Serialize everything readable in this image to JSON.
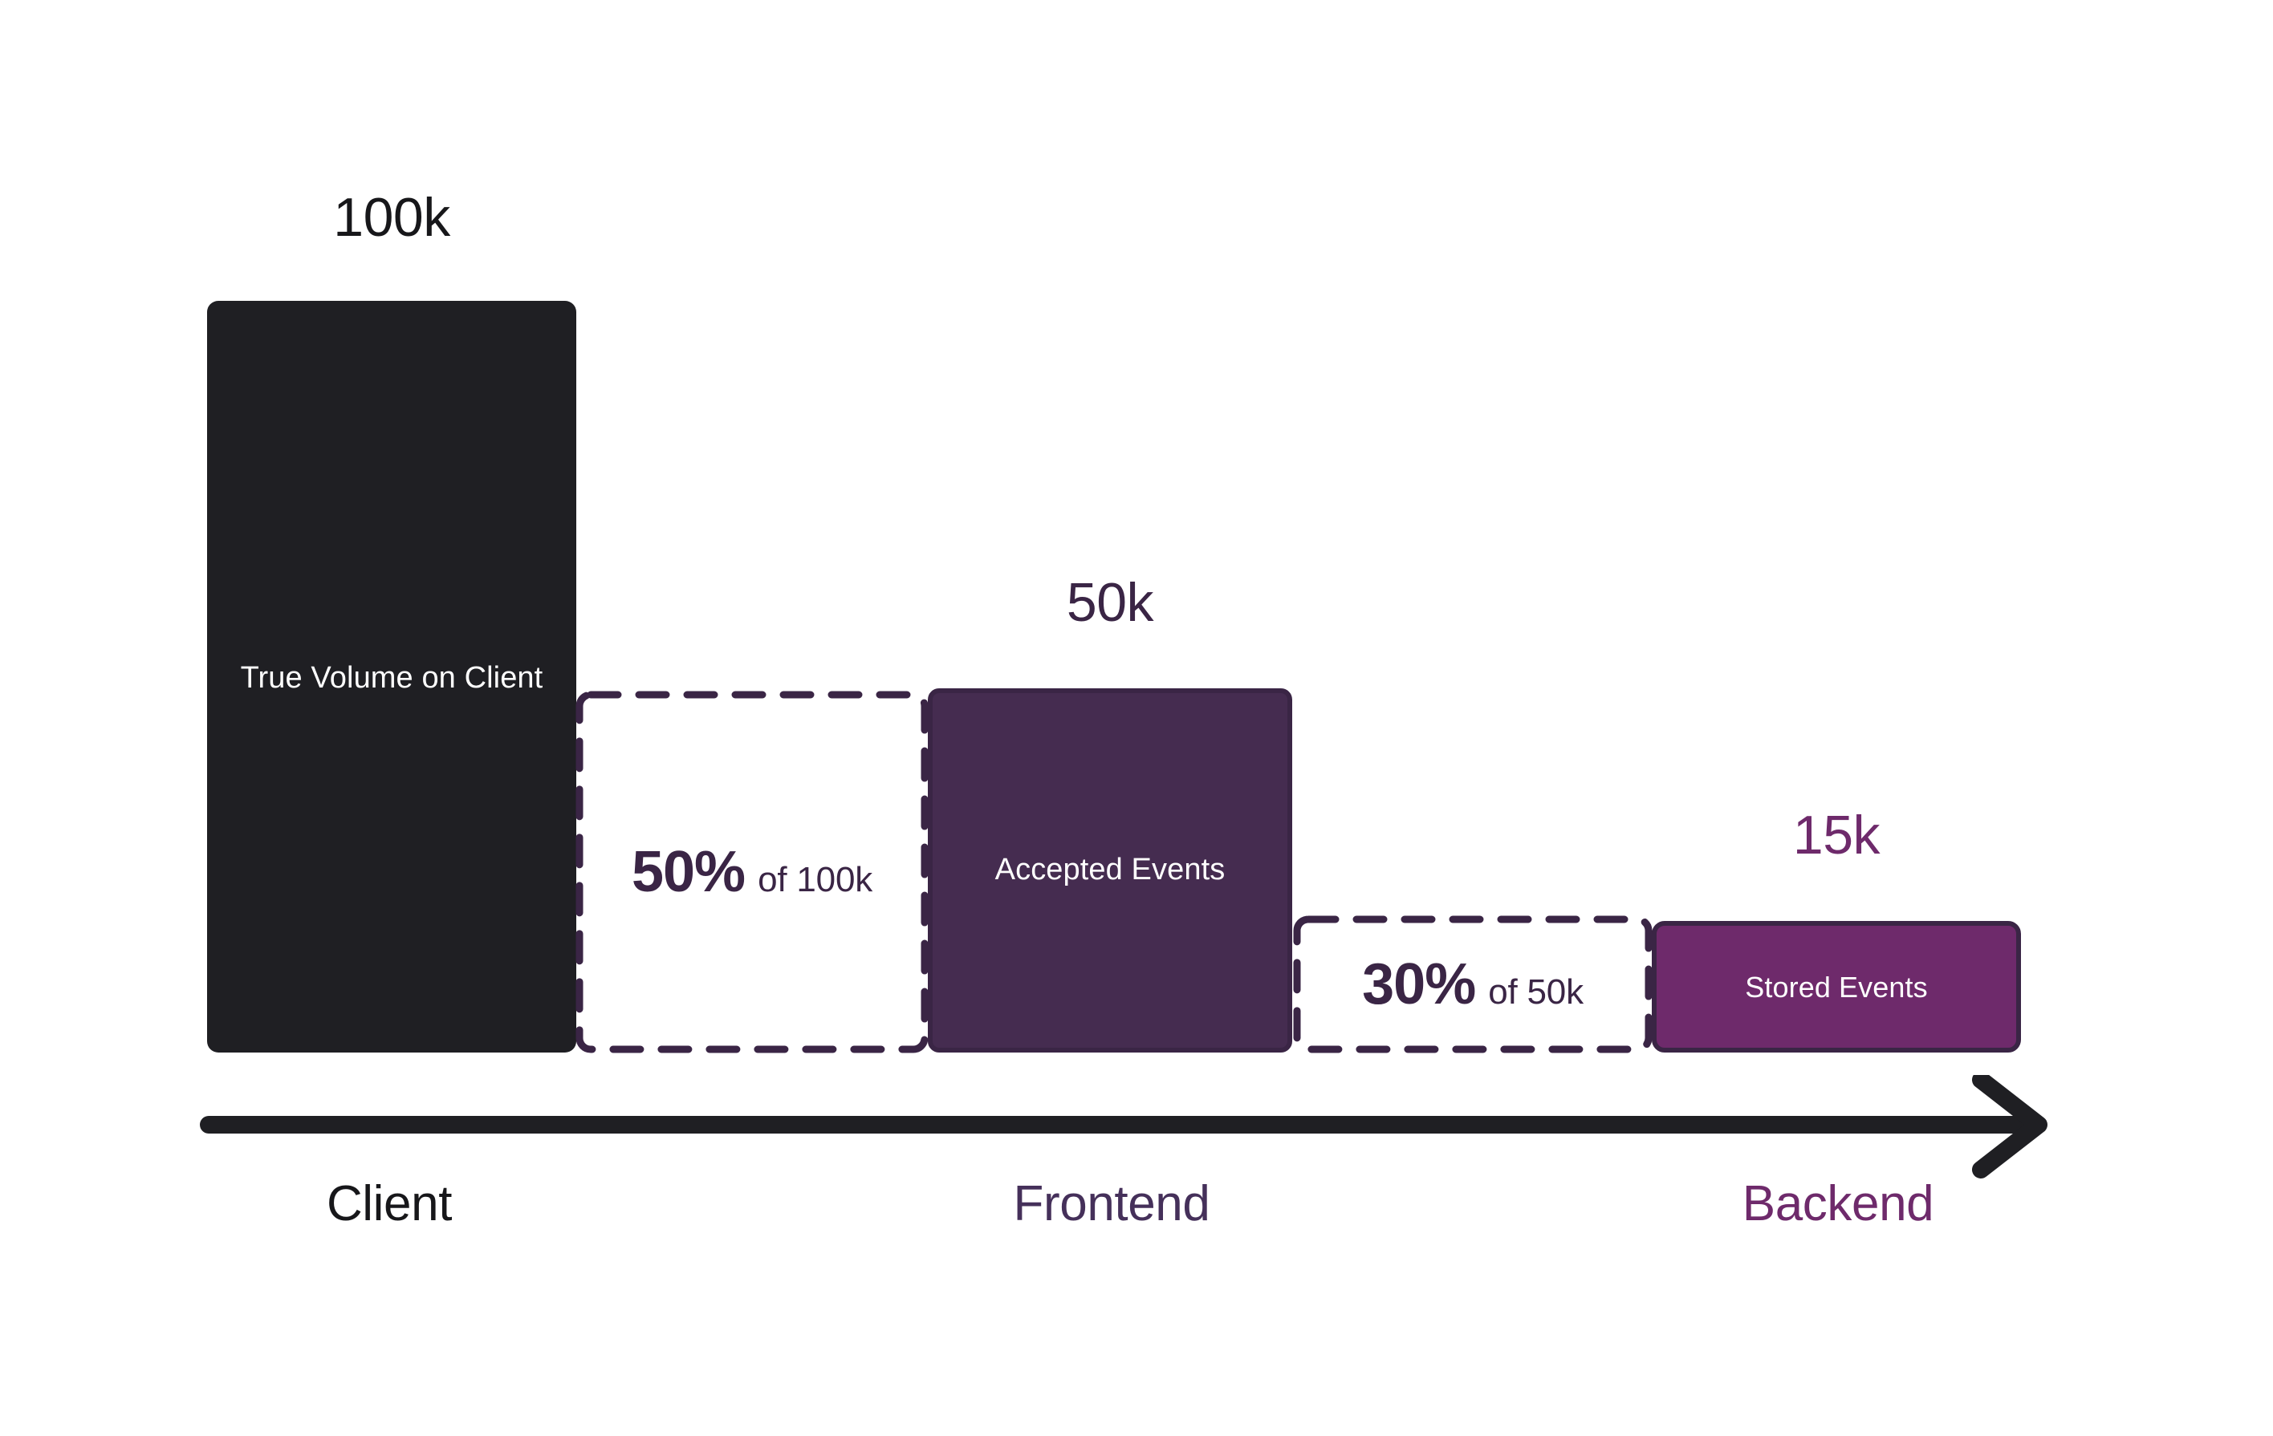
{
  "chart_data": {
    "type": "bar",
    "title": "",
    "subtitle": "",
    "xlabel": "",
    "ylabel": "",
    "grid": false,
    "legend": "none",
    "categories": [
      "Client",
      "Frontend",
      "Backend"
    ],
    "values": [
      100000,
      50000,
      15000
    ],
    "value_labels": [
      "100k",
      "50k",
      "15k"
    ],
    "bar_labels": [
      "True Volume on Client",
      "Accepted Events",
      "Stored Events"
    ],
    "ylim": [
      0,
      100000
    ],
    "drop_offs": [
      {
        "percent": "50%",
        "of": "of 100k",
        "from": 100000,
        "to": 50000,
        "retained_fraction": 0.5
      },
      {
        "percent": "30%",
        "of": "of 50k",
        "from": 50000,
        "to": 15000,
        "retained_fraction": 0.3
      }
    ],
    "axis_direction": "left-to-right-arrow"
  },
  "bars": [
    {
      "key": "client",
      "value_label": "100k",
      "inside_label": "True Volume on Client",
      "stage_label": "Client",
      "fill": "#1f1f23",
      "text_color": "#ffffff"
    },
    {
      "key": "frontend",
      "value_label": "50k",
      "inside_label": "Accepted Events",
      "stage_label": "Frontend",
      "fill": "#452c50",
      "text_color": "#ffffff"
    },
    {
      "key": "backend",
      "value_label": "15k",
      "inside_label": "Stored Events",
      "stage_label": "Backend",
      "fill": "#6e2a6b",
      "text_color": "#ffffff"
    }
  ],
  "drop_boxes": [
    {
      "key": "client-to-frontend",
      "percent": "50%",
      "basis": "of 100k"
    },
    {
      "key": "frontend-to-backend",
      "percent": "30%",
      "basis": "of 50k"
    }
  ],
  "axis": {
    "labels": [
      "Client",
      "Frontend",
      "Backend"
    ],
    "arrow_icon": "arrow-right-icon"
  },
  "colors": {
    "background": "#ffffff",
    "client_dark": "#1f1f23",
    "frontend_purple": "#452c50",
    "backend_purple": "#6e2a6b",
    "dashed_stroke": "#3a2545",
    "axis_line": "#1f1f23"
  }
}
